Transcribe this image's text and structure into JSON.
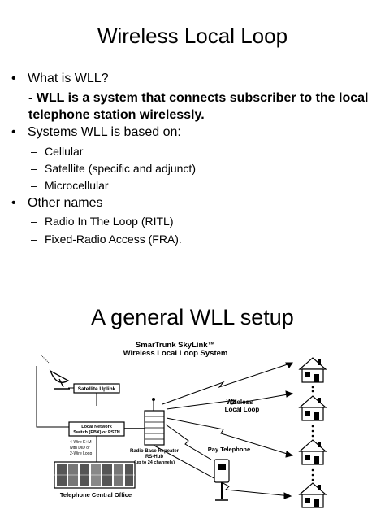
{
  "slide1": {
    "title": "Wireless Local Loop",
    "q1": "What is WLL?",
    "a1_line1": "- WLL is a system that connects subscriber to the local",
    "a1_line2": "telephone station wirelessly.",
    "q2": "Systems WLL is based on:",
    "systems": [
      "Cellular",
      "Satellite (specific and adjunct)",
      "Microcellular"
    ],
    "q3": "Other names",
    "names": [
      "Radio In The Loop (RITL)",
      "Fixed-Radio Access (FRA)."
    ],
    "bullet": "•",
    "dash": "–"
  },
  "slide2": {
    "title": "A general WLL setup"
  },
  "diagram": {
    "title_line1": "SmarTrunk SkyLink™",
    "title_line2": "Wireless Local Loop System",
    "satellite_uplink": "Satellite Uplink",
    "local_network_line1": "Local Network",
    "local_network_line2": "Switch (PBX) or PSTN",
    "loop_line1": "4-Wire E+M",
    "loop_line2": "with DID or",
    "loop_line3": "2-Wire Loop",
    "central_office": "Telephone Central Office",
    "repeater_line1": "Radio Base Repeater",
    "repeater_line2": "RS-Hub",
    "repeater_line3": "(up to 24 channels)",
    "pay_telephone": "Pay Telephone",
    "wll_line1": "Wireless",
    "wll_line2": "Local Loop"
  }
}
